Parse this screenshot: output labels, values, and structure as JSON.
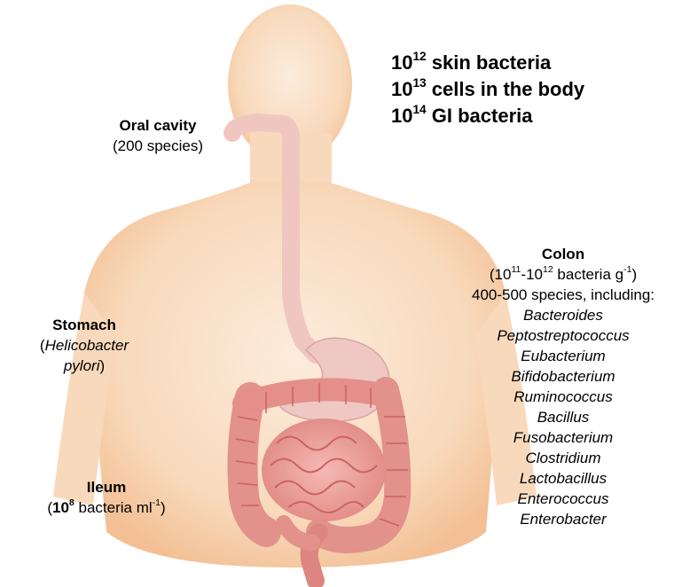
{
  "counts": {
    "skin": {
      "base": "10",
      "exp": "12",
      "text": "skin bacteria"
    },
    "cells": {
      "base": "10",
      "exp": "13",
      "text": "cells in the body"
    },
    "gi": {
      "base": "10",
      "exp": "14",
      "text": "GI bacteria"
    }
  },
  "oral": {
    "title": "Oral cavity",
    "pre": "(",
    "num": "200",
    "rest": " species)"
  },
  "stomach": {
    "title": "Stomach",
    "open": "(",
    "genus": "Helicobacter",
    "species": "pylori",
    "close": ")"
  },
  "ileum": {
    "title": "Ileum",
    "open": "(",
    "base": "10",
    "exp": "8",
    "mid": " bacteria ml",
    "unit_exp": "-1",
    "close": ")"
  },
  "colon": {
    "title": "Colon",
    "conc": {
      "open": "(",
      "b1": "10",
      "e1": "11",
      "dash": "-",
      "b2": "10",
      "e2": "12",
      "mid": " bacteria g",
      "ue": "-1",
      "close": ")"
    },
    "species_line": "400-500 species, including:",
    "genera": [
      "Bacteroides",
      "Peptostreptococcus",
      "Eubacterium",
      "Bifidobacterium",
      "Ruminococcus",
      "Bacillus",
      "Fusobacterium",
      "Clostridium",
      "Lactobacillus",
      "Enterococcus",
      "Enterobacter"
    ]
  },
  "colors": {
    "skin": "#f5c9a0",
    "skin_light": "#fbe6d2",
    "gut": "#e88f8a",
    "gut_dark": "#c96462",
    "esophagus": "#f1c6c0",
    "stomach": "#eec9c6"
  }
}
